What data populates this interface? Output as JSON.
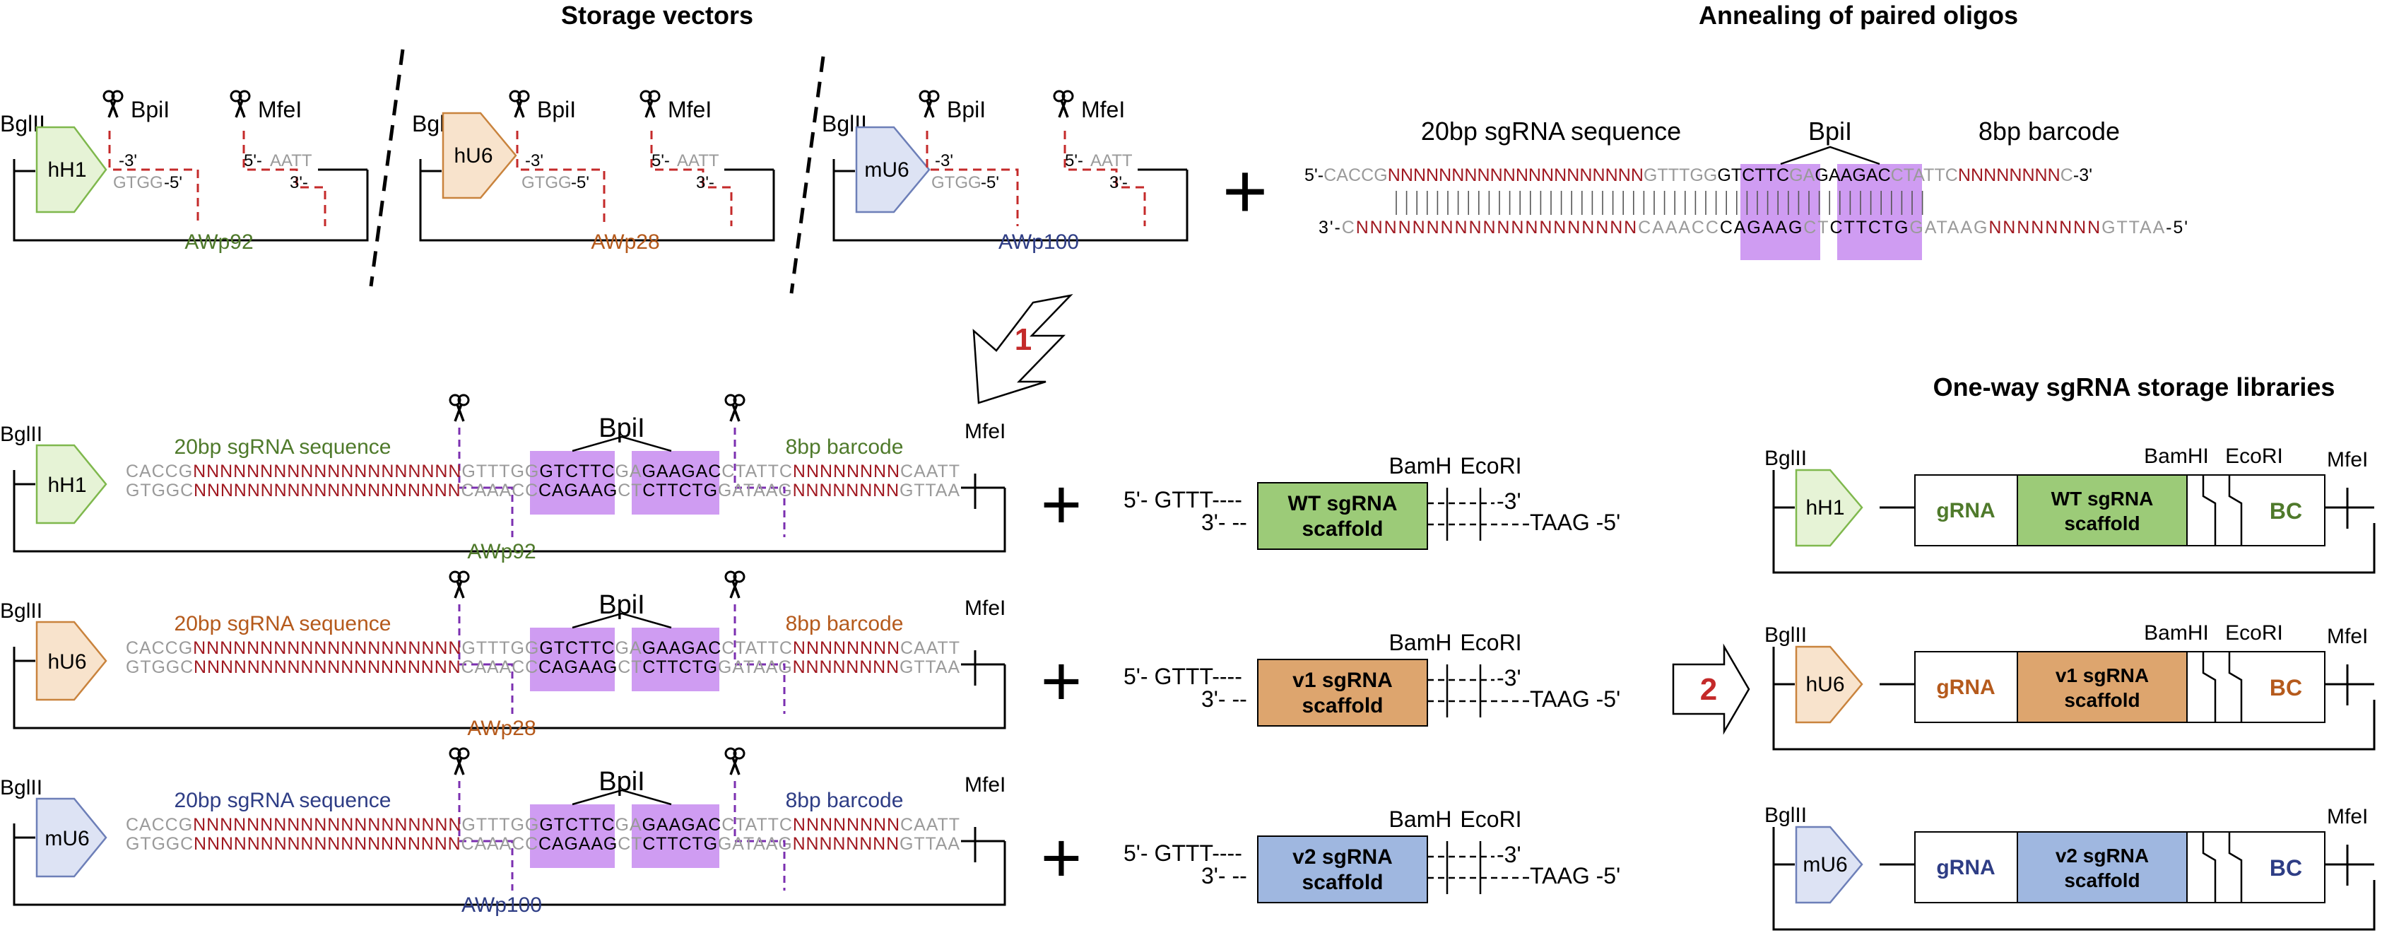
{
  "titles": {
    "storage": "Storage vectors",
    "annealing": "Annealing of paired oligos",
    "libraries": "One-way sgRNA storage libraries"
  },
  "enzymes": {
    "bglii": "BglII",
    "bpii": "BpiI",
    "mfei": "MfeI",
    "bamh": "BamH",
    "bamhi": "BamHI",
    "ecori": "EcoRI"
  },
  "promoters": [
    "hH1",
    "hU6",
    "mU6"
  ],
  "vectors": [
    "AWp92",
    "AWp28",
    "AWp100"
  ],
  "steps": [
    "1",
    "2"
  ],
  "plus": "+",
  "storage_seq": {
    "top_left": "-3'",
    "bot_left": "GTGG",
    "bot_left_end": "-5'",
    "top_right_5": "5'-",
    "top_right": "AATT",
    "bot_right_3": "3'-"
  },
  "oligo": {
    "label_sgrna": "20bp sgRNA sequence",
    "label_bpii": "BpiI",
    "label_barcode": "8bp barcode",
    "top_5": "5'-",
    "top_a": "CACCG",
    "top_n20": "NNNNNNNNNNNNNNNNNNNN",
    "top_b": "GTTTGG",
    "top_site1": "GTCTTC",
    "top_c": "GA",
    "top_site2": "GAAGAC",
    "top_d": "CTATTC",
    "top_n8": "NNNNNNNN",
    "top_e": "C",
    "top_3": "-3'",
    "bot_3": "3'-",
    "bot_a": "C",
    "bot_n20": "NNNNNNNNNNNNNNNNNNNN",
    "bot_b": "CAAACC",
    "bot_site1": "CAGAAG",
    "bot_c": "CT",
    "bot_site2": "CTTCTG",
    "bot_d": "GATAAG",
    "bot_n8": "NNNNNNNN",
    "bot_e": "GTTAA",
    "bot_5": "-5'"
  },
  "cloned": {
    "labels_sgrna": "20bp sgRNA sequence",
    "labels_barcode": "8bp barcode",
    "top_a": "CACCG",
    "top_n20": "NNNNNNNNNNNNNNNNNNNN",
    "top_b": "GTTTGG",
    "top_site1": "GTCTTC",
    "top_c": "GA",
    "top_site2": "GAAGAC",
    "top_d": "CTATTC",
    "top_n8": "NNNNNNNN",
    "top_e": "CAATT",
    "bot_a": "GTGGC",
    "bot_n20": "NNNNNNNNNNNNNNNNNNNN",
    "bot_b": "CAAACC",
    "bot_site1": "CAGAAG",
    "bot_c": "CT",
    "bot_site2": "CTTCTG",
    "bot_d": "GATAAG",
    "bot_n8": "NNNNNNNN",
    "bot_e": "GTTAA"
  },
  "scaffold": {
    "top_left": "5'- GTTT----",
    "bot_left": "3'- --",
    "top_right": "-3'",
    "bot_right": "TAAG -5'",
    "wt": [
      "WT sgRNA",
      "scaffold"
    ],
    "v1": [
      "v1 sgRNA",
      "scaffold"
    ],
    "v2": [
      "v2 sgRNA",
      "scaffold"
    ]
  },
  "library": {
    "grna": "gRNA",
    "bc": "BC"
  },
  "colors": {
    "hH1_fill": "#e6f3d6",
    "hH1_stroke": "#7fb84d",
    "hH1_text": "#4f7a2b",
    "hU6_fill": "#f8e3cc",
    "hU6_stroke": "#c9833d",
    "hU6_text": "#b55a1c",
    "mU6_fill": "#dde3f4",
    "mU6_stroke": "#6d7fb8",
    "mU6_text": "#2e3d85",
    "wt_box": "#9ccb78",
    "v1_box": "#dda56e",
    "v2_box": "#9fb7e0",
    "purple": "#cf9cf2",
    "red_dash": "#c42a2a",
    "purple_dash": "#7b2fb0",
    "seq_red": "#a01820",
    "seq_grey": "#9a9a9a"
  }
}
